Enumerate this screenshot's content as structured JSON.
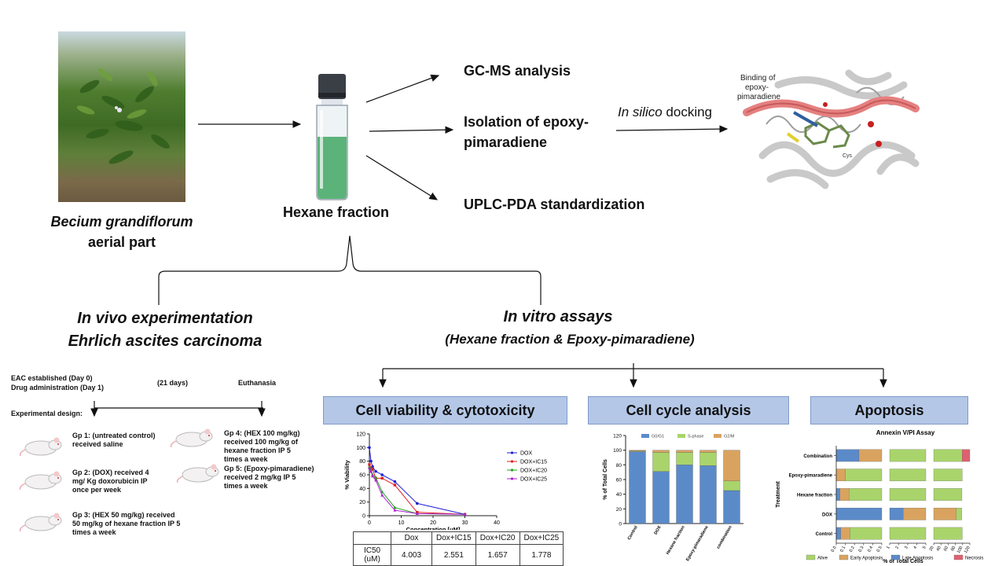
{
  "top": {
    "plant_name": "Becium grandiflorum",
    "plant_part": "aerial part",
    "fraction": "Hexane fraction",
    "gcms": "GC-MS analysis",
    "isolation_line1": "Isolation of epoxy-",
    "isolation_line2": "pimaradiene",
    "uplc": "UPLC-PDA standardization",
    "docking_prefix": "In silico",
    "docking_suffix": " docking",
    "binding_label_1": "Binding of",
    "binding_label_2": "epoxy-",
    "binding_label_3": "pimaradiene",
    "residue_label": "Cys"
  },
  "in_vivo": {
    "title_line1": "In vivo experimentation",
    "title_line2": "Ehrlich ascites carcinoma",
    "timeline": {
      "left_line1": "EAC established (Day 0)",
      "left_line2": "Drug administration (Day 1)",
      "middle": "(21 days)",
      "right": "Euthanasia"
    },
    "design_label": "Experimental design:",
    "groups": [
      "Gp 1: (untreated control) received saline",
      "Gp 2: (DOX) received 4 mg/ Kg doxorubicin IP once per week",
      "Gp 3: (HEX 50 mg/kg) received 50 mg/kg of hexane fraction IP 5 times a week",
      "Gp 4: (HEX 100 mg/kg) received 100 mg/kg of hexane fraction IP 5 times a week",
      "Gp 5: (Epoxy-pimaradiene) received 2 mg/kg IP 5 times a week"
    ]
  },
  "in_vitro": {
    "title": "In vitro assays",
    "subtitle": "(Hexane fraction & Epoxy-pimaradiene)",
    "boxes": [
      "Cell viability & cytotoxicity",
      "Cell cycle analysis",
      "Apoptosis"
    ]
  },
  "viability_chart": {
    "ylabel": "% Viability",
    "xlabel": "Concentration [μM]",
    "y_ticks": [
      "0",
      "20",
      "40",
      "60",
      "80",
      "100",
      "120"
    ],
    "x_ticks": [
      "0",
      "10",
      "20",
      "30",
      "40"
    ],
    "legend": [
      "DOX",
      "DOX+IC15",
      "DOX+IC20",
      "DOX+IC25"
    ],
    "colors": [
      "#1f1fd6",
      "#e01f1f",
      "#1fa31f",
      "#b01fd6"
    ]
  },
  "ic50_table": {
    "headers": [
      "",
      "Dox",
      "Dox+IC15",
      "Dox+IC20",
      "Dox+IC25"
    ],
    "row_label": "IC50 (uM)",
    "values": [
      "4.003",
      "2.551",
      "1.657",
      "1.778"
    ]
  },
  "cell_cycle_chart": {
    "ylabel": "% of Total Cells",
    "y_ticks": [
      "0",
      "20",
      "40",
      "60",
      "80",
      "100",
      "120"
    ],
    "legend": [
      "G0/G1",
      "S-phase",
      "G2/M"
    ],
    "colors": [
      "#5b8ac9",
      "#a9d46b",
      "#d9a35f"
    ],
    "categories": [
      "Control",
      "DOX",
      "Hexane fraction",
      "Epoxy-pimaradiene",
      "combination"
    ]
  },
  "apoptosis_chart": {
    "title": "Annexin V/PI Assay",
    "ylabel": "Treatment",
    "xlabel": "% of Total Cells",
    "categories": [
      "Combination",
      "Epoxy-pimaradiene",
      "Hexane fraction",
      "DOX",
      "Control"
    ],
    "x_ticks_1": [
      "0.0",
      "0.1",
      "0.2",
      "0.3",
      "0.4",
      "0.5"
    ],
    "x_ticks_2": [
      "1",
      "2",
      "3",
      "4",
      "5"
    ],
    "x_ticks_3": [
      "20",
      "40",
      "60",
      "80",
      "100",
      "120"
    ],
    "legend": [
      "Alive",
      "Early Apoptosis",
      "Late Apoptosis",
      "Necrosis"
    ],
    "colors": [
      "#a9d46b",
      "#d9a35f",
      "#5b8ac9",
      "#e06070"
    ]
  },
  "chart_data": [
    {
      "type": "line",
      "title": "",
      "xlabel": "Concentration [μM]",
      "ylabel": "% Viability",
      "xlim": [
        0,
        40
      ],
      "ylim": [
        0,
        120
      ],
      "series": [
        {
          "name": "DOX",
          "x": [
            0,
            0.5,
            1,
            2,
            4,
            8,
            15,
            30
          ],
          "values": [
            100,
            80,
            72,
            65,
            60,
            50,
            18,
            2
          ]
        },
        {
          "name": "DOX+IC15",
          "x": [
            0,
            0.5,
            1,
            2,
            4,
            8,
            15,
            30
          ],
          "values": [
            75,
            70,
            68,
            55,
            55,
            45,
            5,
            2
          ]
        },
        {
          "name": "DOX+IC20",
          "x": [
            0,
            0.5,
            1,
            2,
            4,
            8,
            15,
            30
          ],
          "values": [
            72,
            68,
            60,
            56,
            35,
            12,
            3,
            2
          ]
        },
        {
          "name": "DOX+IC25",
          "x": [
            0,
            0.5,
            1,
            2,
            4,
            8,
            15,
            30
          ],
          "values": [
            70,
            65,
            58,
            52,
            30,
            8,
            3,
            2
          ]
        }
      ]
    },
    {
      "type": "bar",
      "title": "",
      "ylabel": "% of Total Cells",
      "ylim": [
        0,
        120
      ],
      "categories": [
        "Control",
        "DOX",
        "Hexane fraction",
        "Epoxy-pimaradiene",
        "combination"
      ],
      "series": [
        {
          "name": "G0/G1",
          "values": [
            98,
            71,
            80,
            79,
            45
          ]
        },
        {
          "name": "S-phase",
          "values": [
            1,
            26,
            17,
            18,
            13
          ]
        },
        {
          "name": "G2/M",
          "values": [
            1,
            3,
            3,
            3,
            42
          ]
        }
      ]
    },
    {
      "type": "bar",
      "title": "Annexin V/PI Assay",
      "xlabel": "% of Total Cells",
      "ylabel": "Treatment",
      "categories": [
        "Combination",
        "Epoxy-pimaradiene",
        "Hexane fraction",
        "DOX",
        "Control"
      ],
      "series": [
        {
          "name": "Alive",
          "values": [
            98,
            99,
            98,
            15,
            99
          ]
        },
        {
          "name": "Early Apoptosis",
          "values": [
            0.5,
            0.1,
            0.1,
            80,
            0.1
          ]
        },
        {
          "name": "Late Apoptosis",
          "values": [
            0.25,
            0,
            0.04,
            2.5,
            0.05
          ]
        },
        {
          "name": "Necrosis",
          "values": [
            120,
            0,
            0,
            0,
            0
          ]
        }
      ]
    }
  ]
}
